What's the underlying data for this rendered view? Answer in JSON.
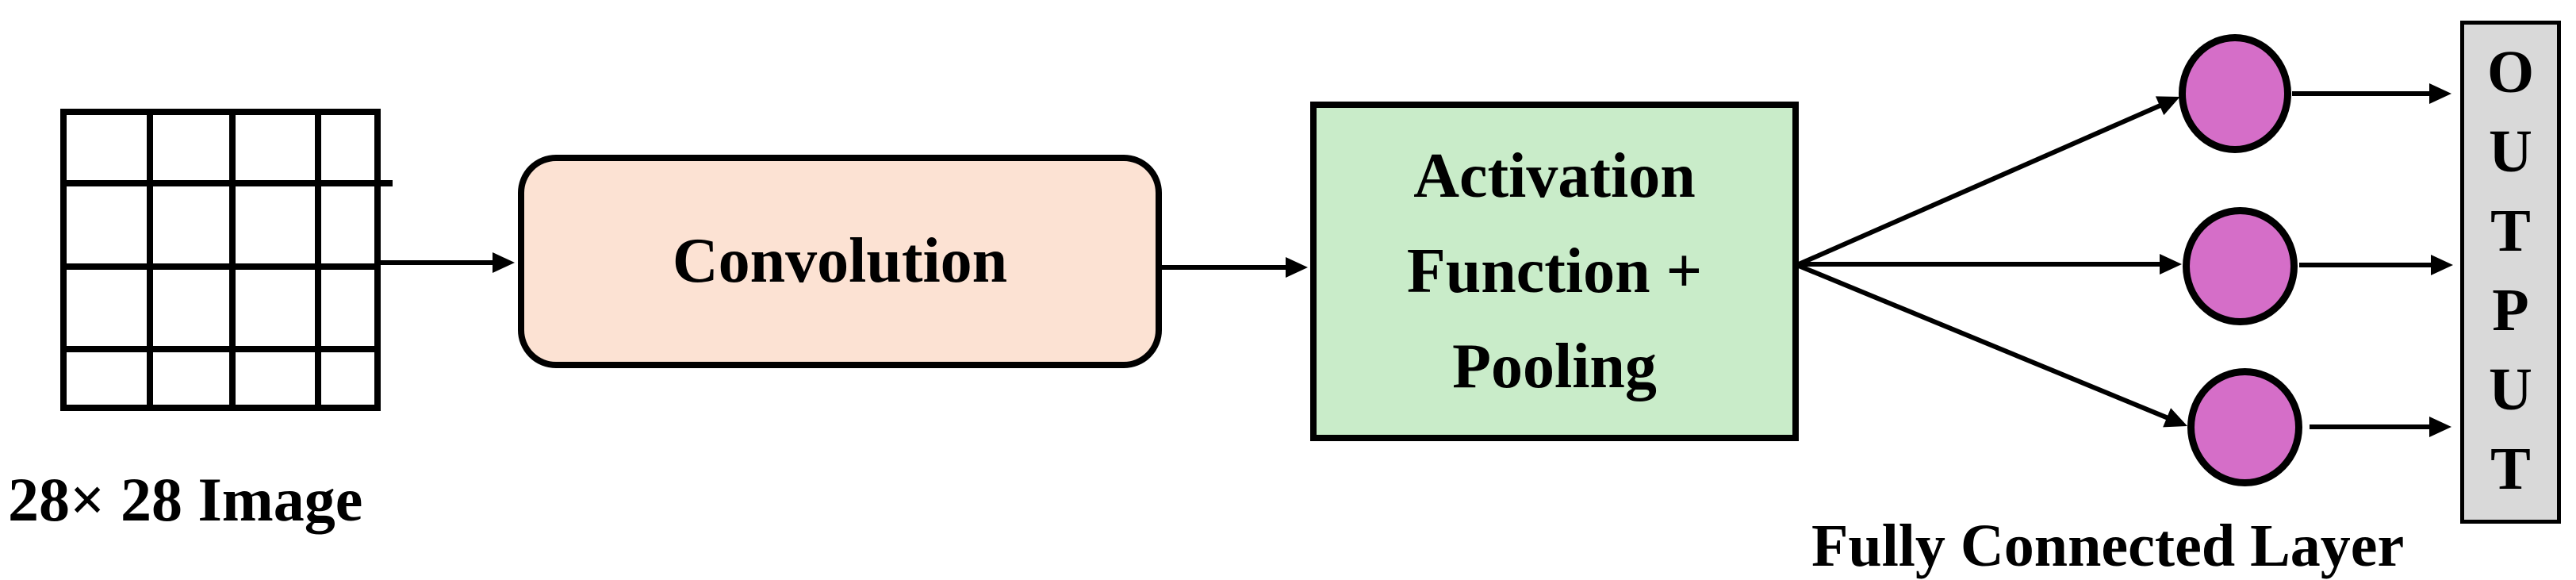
{
  "diagram": {
    "input": {
      "label": "28× 28 Image",
      "grid_rows": 4,
      "grid_cols": 4
    },
    "conv_box": {
      "label": "Convolution",
      "fill": "#fce2d3"
    },
    "activation_box": {
      "lines": [
        "Activation",
        "Function +",
        "Pooling"
      ],
      "fill": "#c9ecc9"
    },
    "fully_connected": {
      "label": "Fully Connected Layer",
      "neuron_count": 3,
      "neuron_fill": "#d56ec8"
    },
    "output_box": {
      "word": "OUTPUT",
      "letters": [
        "O",
        "U",
        "T",
        "P",
        "U",
        "T"
      ],
      "fill": "#d9d9d9"
    },
    "stroke_color": "#000000",
    "background": "#ffffff"
  }
}
